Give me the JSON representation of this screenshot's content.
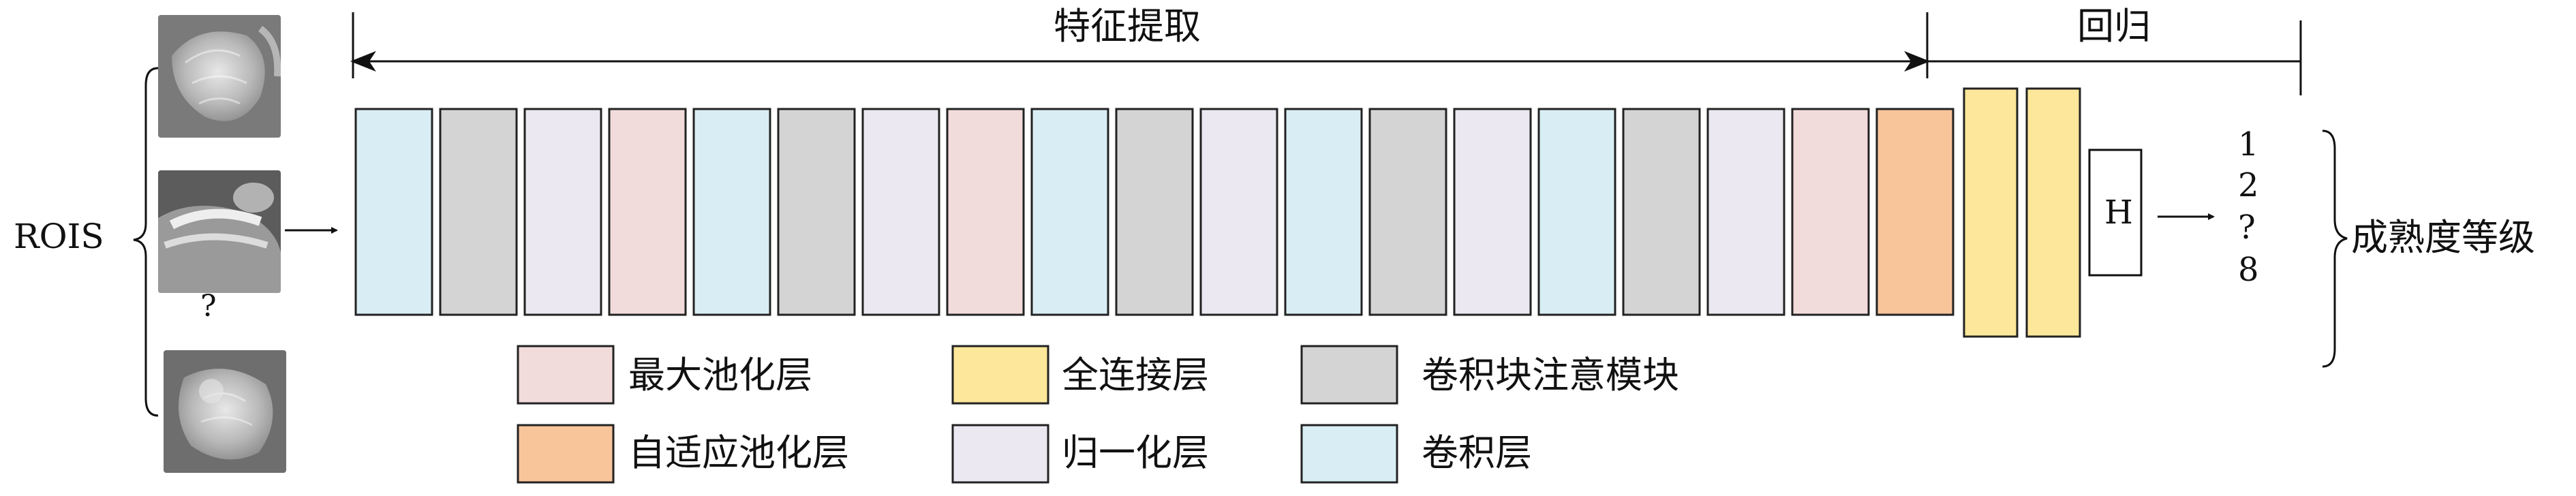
{
  "labels": {
    "feature_extraction": "特征提取",
    "regression": "回归",
    "rois": "ROIS",
    "ellipsis": "?",
    "head": "H",
    "outputs": [
      "1",
      "2",
      "?",
      "8"
    ],
    "result": "成熟度等级"
  },
  "legend": [
    {
      "key": "max_pool",
      "label": "最大池化层",
      "color": "#f2dcdb"
    },
    {
      "key": "fc",
      "label": "全连接层",
      "color": "#fde79a"
    },
    {
      "key": "conv_attn",
      "label": "卷积块注意模块",
      "color": "#d4d4d4"
    },
    {
      "key": "adaptive_pool",
      "label": "自适应池化层",
      "color": "#f8c49a"
    },
    {
      "key": "norm",
      "label": "归一化层",
      "color": "#ebe8f2"
    },
    {
      "key": "conv",
      "label": "卷积层",
      "color": "#d9eef4"
    }
  ],
  "feature_layers": [
    "conv",
    "conv_attn",
    "norm",
    "max_pool",
    "conv",
    "conv_attn",
    "norm",
    "max_pool",
    "conv",
    "conv_attn",
    "norm",
    "conv",
    "conv_attn",
    "norm",
    "conv",
    "conv_attn",
    "norm",
    "max_pool",
    "adaptive_pool"
  ],
  "regression_layers": [
    "fc",
    "fc"
  ],
  "colors": {
    "stroke": "#222222",
    "head_fill": "#ffffff"
  }
}
